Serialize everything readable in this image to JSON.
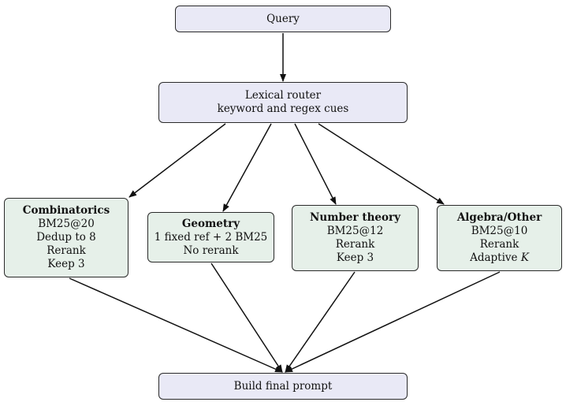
{
  "query": {
    "label": "Query"
  },
  "router": {
    "line1": "Lexical router",
    "line2": "keyword and regex cues"
  },
  "branches": {
    "combinatorics": {
      "title": "Combinatorics",
      "lines": [
        "BM25@20",
        "Dedup to 8",
        "Rerank",
        "Keep 3"
      ]
    },
    "geometry": {
      "title": "Geometry",
      "lines": [
        "1 fixed ref + 2 BM25",
        "No rerank"
      ]
    },
    "number_theory": {
      "title": "Number theory",
      "lines": [
        "BM25@12",
        "Rerank",
        "Keep 3"
      ]
    },
    "algebra": {
      "title": "Algebra/Other",
      "lines": [
        "BM25@10",
        "Rerank",
        "Adaptive "
      ],
      "italic_k": "K"
    }
  },
  "final": {
    "label": "Build final prompt"
  },
  "colors": {
    "lavender_fill": "#e9e9f6",
    "green_fill": "#e6f0e9",
    "border": "#2a2a2a",
    "arrow": "#111111"
  }
}
